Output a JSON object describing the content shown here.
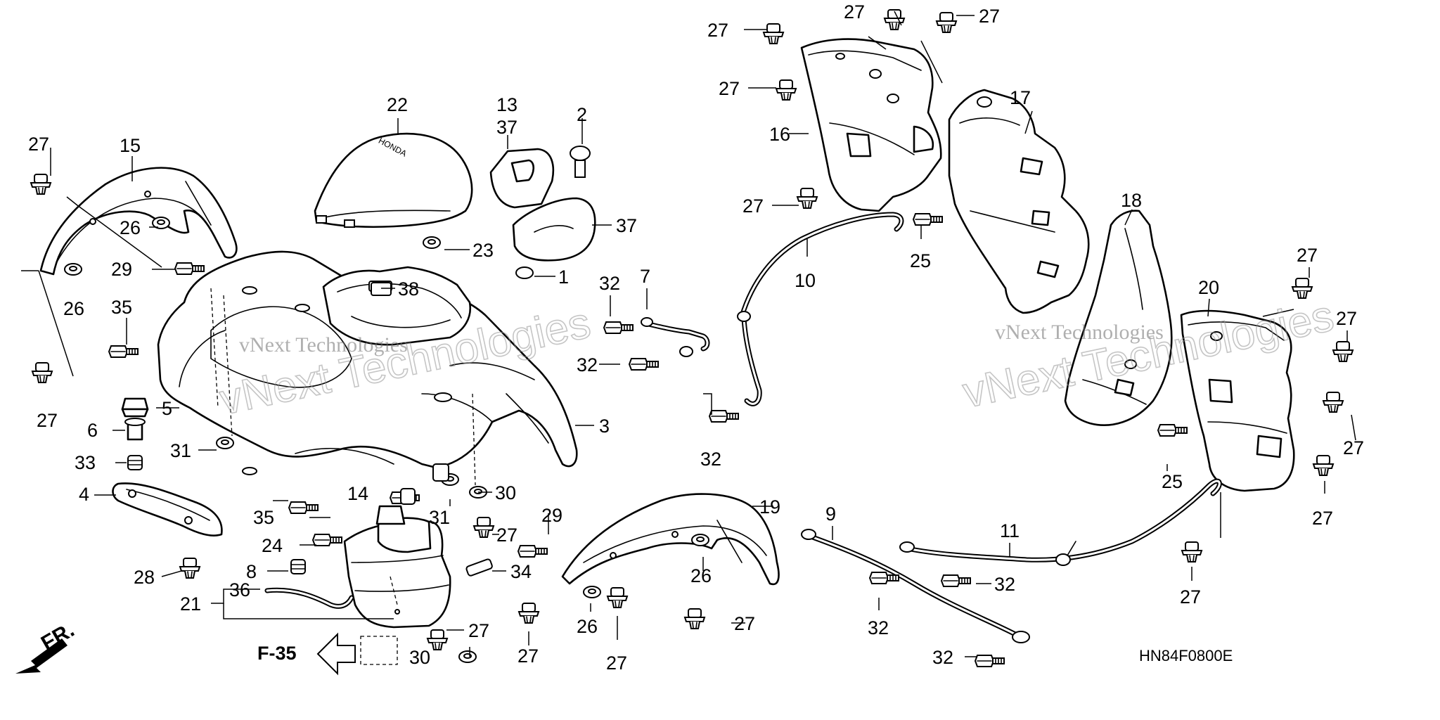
{
  "diagram": {
    "drawing_code": "HN84F0800E",
    "page_ref": "F-35",
    "direction_label": "FR.",
    "watermarks": [
      "vNext Technologies",
      "vNext Technologies"
    ]
  },
  "callouts": [
    {
      "id": "c27a",
      "label": "27"
    },
    {
      "id": "c15",
      "label": "15"
    },
    {
      "id": "c26a",
      "label": "26"
    },
    {
      "id": "c29a",
      "label": "29"
    },
    {
      "id": "c26b",
      "label": "26"
    },
    {
      "id": "c35a",
      "label": "35"
    },
    {
      "id": "c27b",
      "label": "27"
    },
    {
      "id": "c5",
      "label": "5"
    },
    {
      "id": "c6",
      "label": "6"
    },
    {
      "id": "c33",
      "label": "33"
    },
    {
      "id": "c31a",
      "label": "31"
    },
    {
      "id": "c4",
      "label": "4"
    },
    {
      "id": "c28",
      "label": "28"
    },
    {
      "id": "c22",
      "label": "22"
    },
    {
      "id": "c13",
      "label": "13"
    },
    {
      "id": "c37a",
      "label": "37"
    },
    {
      "id": "c2",
      "label": "2"
    },
    {
      "id": "c37b",
      "label": "37"
    },
    {
      "id": "c23",
      "label": "23"
    },
    {
      "id": "c1",
      "label": "1"
    },
    {
      "id": "c38",
      "label": "38"
    },
    {
      "id": "c3",
      "label": "3"
    },
    {
      "id": "c30a",
      "label": "30"
    },
    {
      "id": "c14",
      "label": "14"
    },
    {
      "id": "c35b",
      "label": "35"
    },
    {
      "id": "c31b",
      "label": "31"
    },
    {
      "id": "c27c",
      "label": "27"
    },
    {
      "id": "c29b",
      "label": "29"
    },
    {
      "id": "c24",
      "label": "24"
    },
    {
      "id": "c8",
      "label": "8"
    },
    {
      "id": "c34",
      "label": "34"
    },
    {
      "id": "c21",
      "label": "21"
    },
    {
      "id": "c36",
      "label": "36"
    },
    {
      "id": "c27d",
      "label": "27"
    },
    {
      "id": "c30b",
      "label": "30"
    },
    {
      "id": "c27e",
      "label": "27"
    },
    {
      "id": "c26c",
      "label": "26"
    },
    {
      "id": "c27f",
      "label": "27"
    },
    {
      "id": "c19",
      "label": "19"
    },
    {
      "id": "c26d",
      "label": "26"
    },
    {
      "id": "c27g",
      "label": "27"
    },
    {
      "id": "c32a",
      "label": "32"
    },
    {
      "id": "c7",
      "label": "7"
    },
    {
      "id": "c32b",
      "label": "32"
    },
    {
      "id": "c32c",
      "label": "32"
    },
    {
      "id": "c10",
      "label": "10"
    },
    {
      "id": "c27h",
      "label": "27"
    },
    {
      "id": "c27i",
      "label": "27"
    },
    {
      "id": "c27j",
      "label": "27"
    },
    {
      "id": "c27k",
      "label": "27"
    },
    {
      "id": "c16",
      "label": "16"
    },
    {
      "id": "c27l",
      "label": "27"
    },
    {
      "id": "c25a",
      "label": "25"
    },
    {
      "id": "c17",
      "label": "17"
    },
    {
      "id": "c18",
      "label": "18"
    },
    {
      "id": "c20",
      "label": "20"
    },
    {
      "id": "c27m",
      "label": "27"
    },
    {
      "id": "c27n",
      "label": "27"
    },
    {
      "id": "c27o",
      "label": "27"
    },
    {
      "id": "c25b",
      "label": "25"
    },
    {
      "id": "c27p",
      "label": "27"
    },
    {
      "id": "c27q",
      "label": "27"
    },
    {
      "id": "c9",
      "label": "9"
    },
    {
      "id": "c11",
      "label": "11"
    },
    {
      "id": "c32d",
      "label": "32"
    },
    {
      "id": "c32e",
      "label": "32"
    },
    {
      "id": "c32f",
      "label": "32"
    }
  ]
}
